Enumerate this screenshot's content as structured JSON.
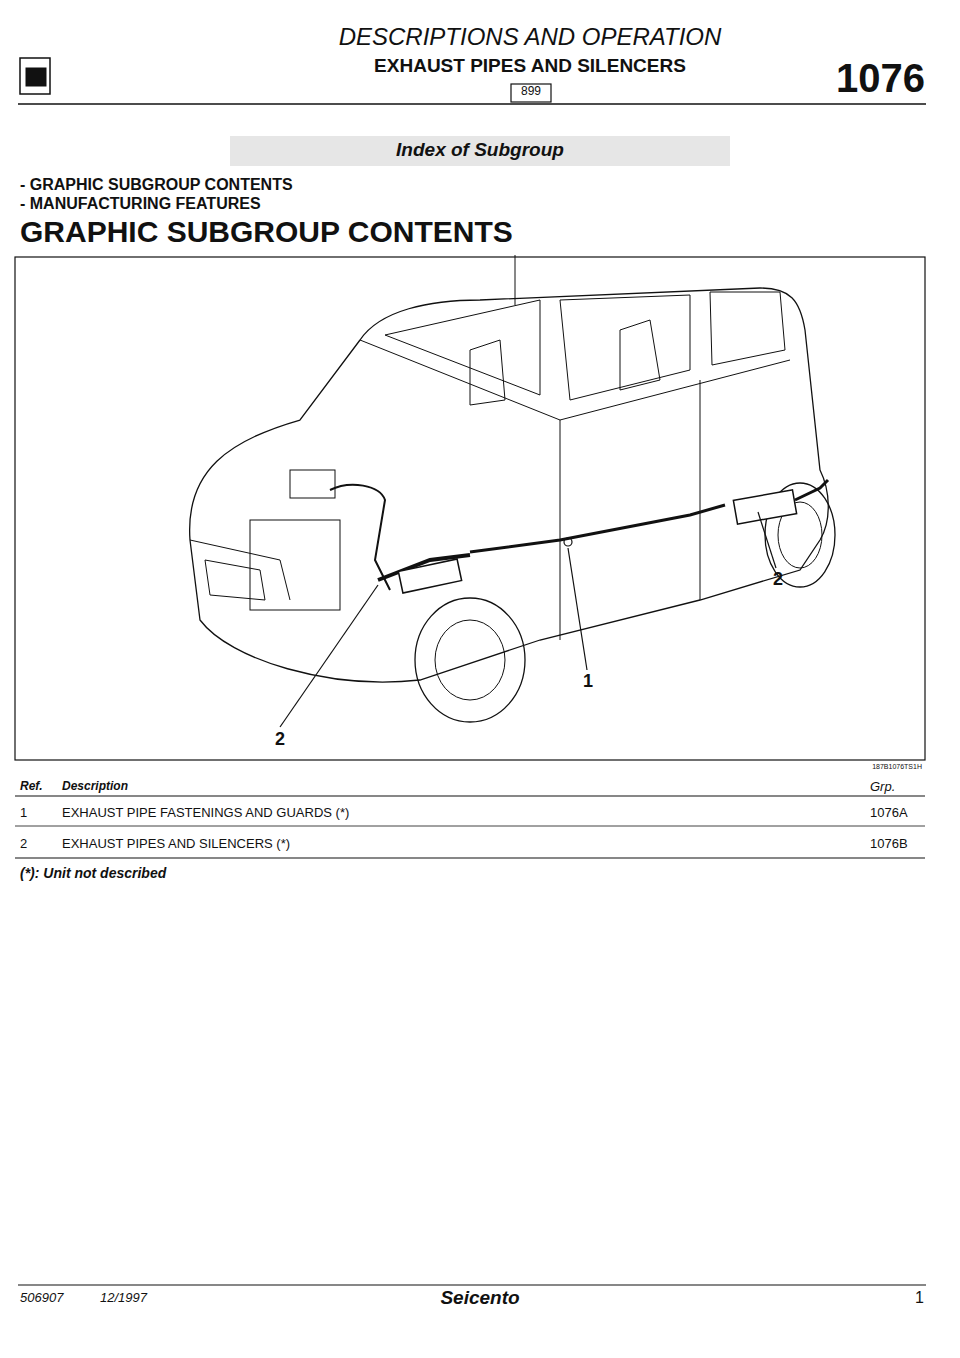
{
  "diagram": {
    "title": "DESCRIPTIONS AND OPERATION",
    "labels": [
      "EXHAUST PIPES AND SILENCERS",
      "899",
      "1076",
      "Index of Subgroup",
      "- GRAPHIC SUBGROUP CONTENTS",
      "- MANUFACTURING FEATURES",
      "GRAPHIC SUBGROUP CONTENTS",
      "2",
      "1",
      "2",
      "187B1076TS1H",
      "Ref.",
      "Description",
      "Grp.",
      "1",
      "EXHAUST PIPE FASTENINGS AND GUARDS (*)",
      "1076A",
      "2",
      "EXHAUST PIPES AND SILENCERS (*)",
      "1076B",
      "(*): Unit not described",
      "506907",
      "12/1997",
      "Seicento",
      "1"
    ]
  }
}
